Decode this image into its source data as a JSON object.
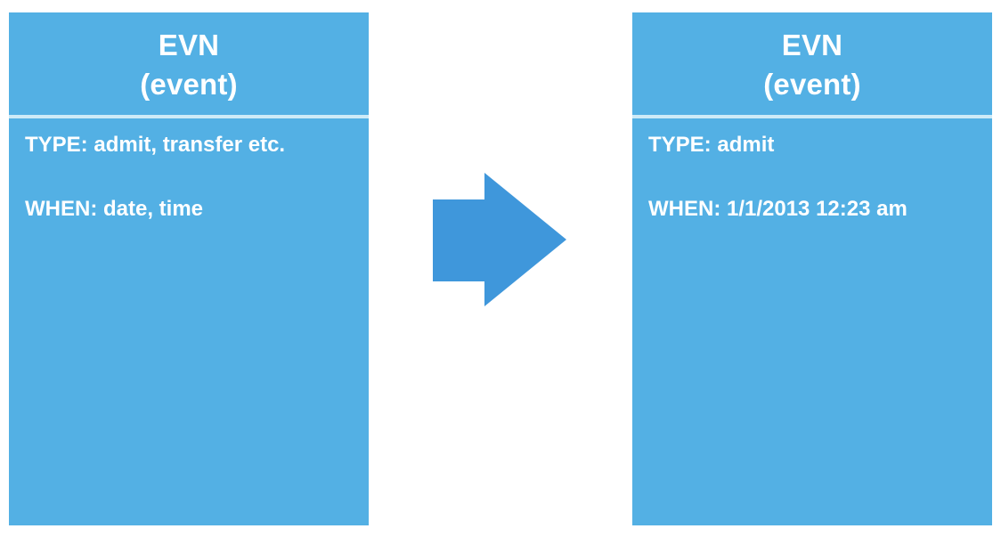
{
  "colors": {
    "card_fill": "#53b0e4",
    "divider": "#cdeaf7",
    "arrow_fill": "#3f97db",
    "text": "#ffffff"
  },
  "before": {
    "title": "EVN",
    "subtitle": "(event)",
    "type_line": "TYPE: admit, transfer etc.",
    "when_line": "WHEN: date, time"
  },
  "arrow": {
    "icon": "right-arrow-icon"
  },
  "after": {
    "title": "EVN",
    "subtitle": "(event)",
    "type_line": "TYPE: admit",
    "when_line": "WHEN: 1/1/2013 12:23 am"
  }
}
